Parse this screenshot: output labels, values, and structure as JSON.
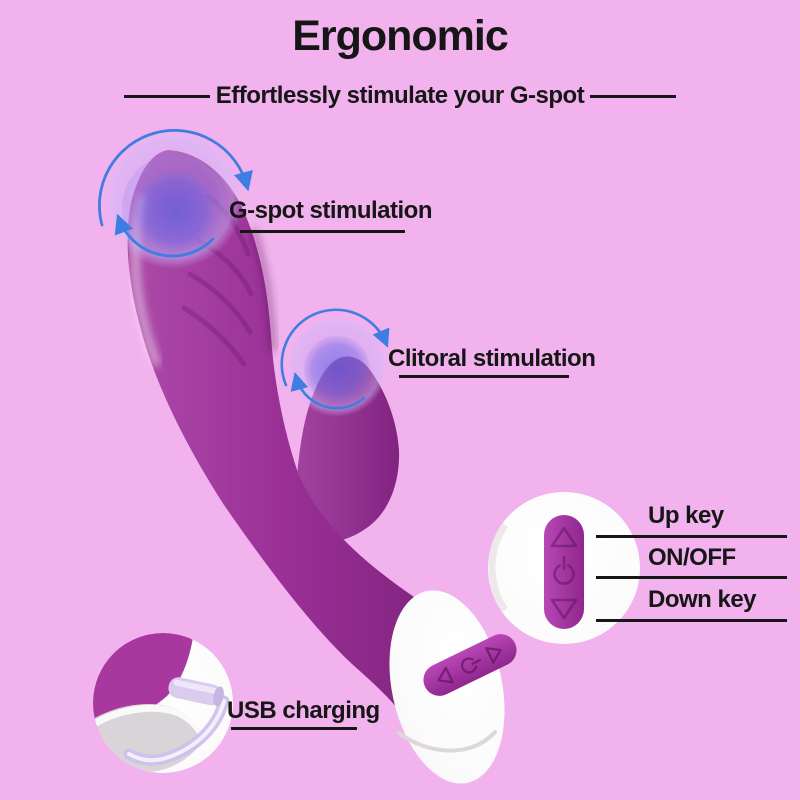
{
  "page": {
    "background": "#F2B2EE",
    "title": "Ergonomic",
    "subtitle": "Effortlessly stimulate your G-spot"
  },
  "product": {
    "name": "G-spot rabbit vibrator",
    "body_color": "#9A3097",
    "handle_color": "#FFFFFF",
    "button_panel_color": "#A436A2",
    "indicator_blue": "#3E7EE2",
    "usb_cable_color": "#D5C8EF"
  },
  "callouts": {
    "gspot_label": "G-spot stimulation",
    "clitoral_label": "Clitoral stimulation",
    "up_key_label": "Up key",
    "onoff_label": "ON/OFF",
    "down_key_label": "Down key",
    "usb_label": "USB charging"
  },
  "control_panel": {
    "icons": [
      "up-triangle-icon",
      "power-icon",
      "down-triangle-icon"
    ]
  }
}
